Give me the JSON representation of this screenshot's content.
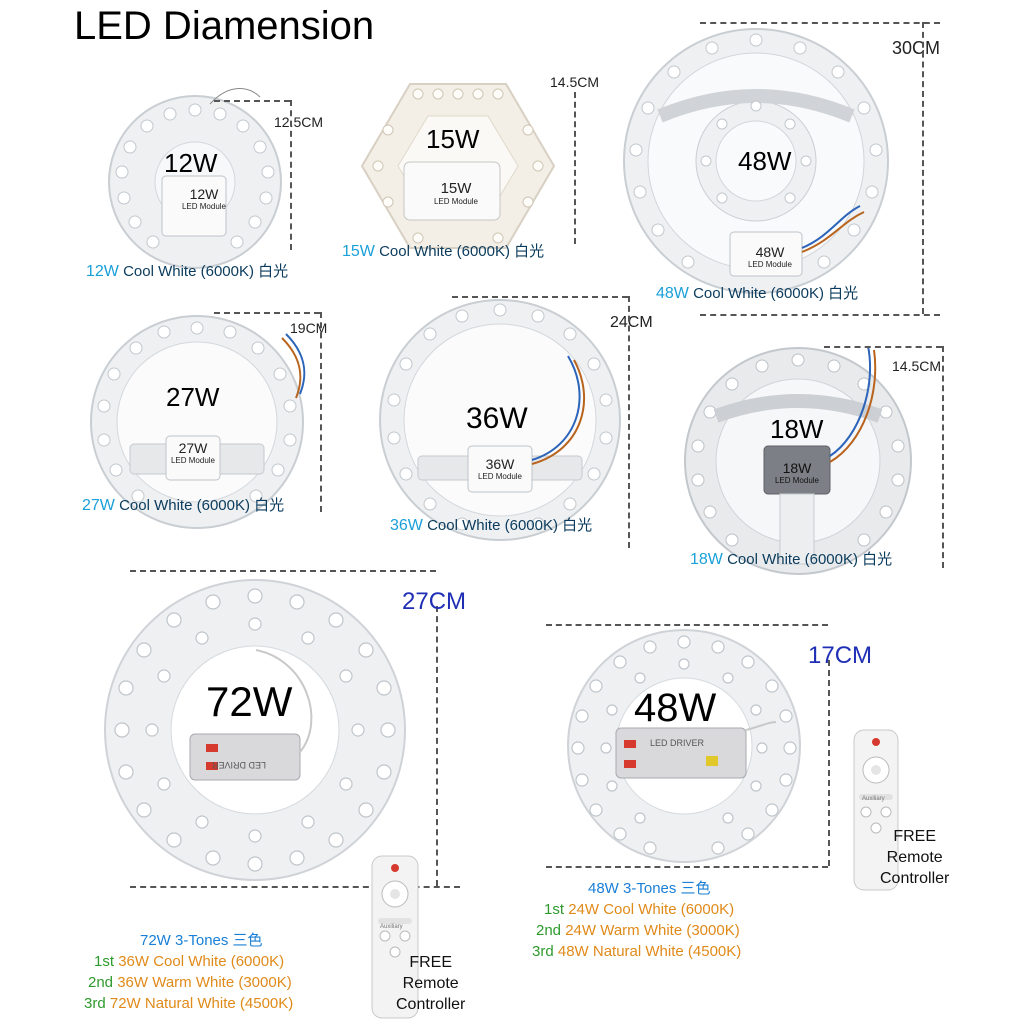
{
  "title": "LED Diamension",
  "module_label": "LED Module",
  "driver_label": "LED DRIVER",
  "modules": [
    {
      "id": "12w",
      "watt": "12W",
      "dim": "12.5CM",
      "cap_watt": "12W",
      "cap_text": "Cool White (6000K)",
      "cap_cn": "白光"
    },
    {
      "id": "15w",
      "watt": "15W",
      "dim": "14.5CM",
      "cap_watt": "15W",
      "cap_text": "Cool White (6000K)",
      "cap_cn": "白光"
    },
    {
      "id": "48w",
      "watt": "48W",
      "dim": "30CM",
      "cap_watt": "48W",
      "cap_text": "Cool White (6000K)",
      "cap_cn": "白光"
    },
    {
      "id": "27w",
      "watt": "27W",
      "dim": "19CM",
      "cap_watt": "27W",
      "cap_text": "Cool White (6000K)",
      "cap_cn": "白光"
    },
    {
      "id": "36w",
      "watt": "36W",
      "dim": "24CM",
      "cap_watt": "36W",
      "cap_text": "Cool White (6000K)",
      "cap_cn": "白光"
    },
    {
      "id": "18w",
      "watt": "18W",
      "dim": "14.5CM",
      "cap_watt": "18W",
      "cap_text": "Cool White (6000K)",
      "cap_cn": "白光"
    }
  ],
  "large72": {
    "watt": "72W",
    "dim": "27CM",
    "header": "72W 3-Tones 三色",
    "lines": [
      {
        "ord": "1st",
        "val": "36W Cool White (6000K)"
      },
      {
        "ord": "2nd",
        "val": "36W Warm White (3000K)"
      },
      {
        "ord": "3rd",
        "val": "72W Natural White (4500K)"
      }
    ],
    "free": [
      "FREE",
      "Remote",
      "Controller"
    ]
  },
  "large48": {
    "watt": "48W",
    "dim": "17CM",
    "header": "48W 3-Tones 三色",
    "lines": [
      {
        "ord": "1st",
        "val": "24W Cool White (6000K)"
      },
      {
        "ord": "2nd",
        "val": "24W Warm White (3000K)"
      },
      {
        "ord": "3rd",
        "val": "48W Natural White (4500K)"
      }
    ],
    "free": [
      "FREE",
      "Remote",
      "Controller"
    ]
  },
  "remote_label": "Auxiliary",
  "colors": {
    "blue_watt": "#1aa0d8",
    "dim_blue": "#1f2fb5",
    "ord_green": "#2e9a2e",
    "val_orange": "#e08a1a",
    "header_blue": "#1a7fd6"
  }
}
